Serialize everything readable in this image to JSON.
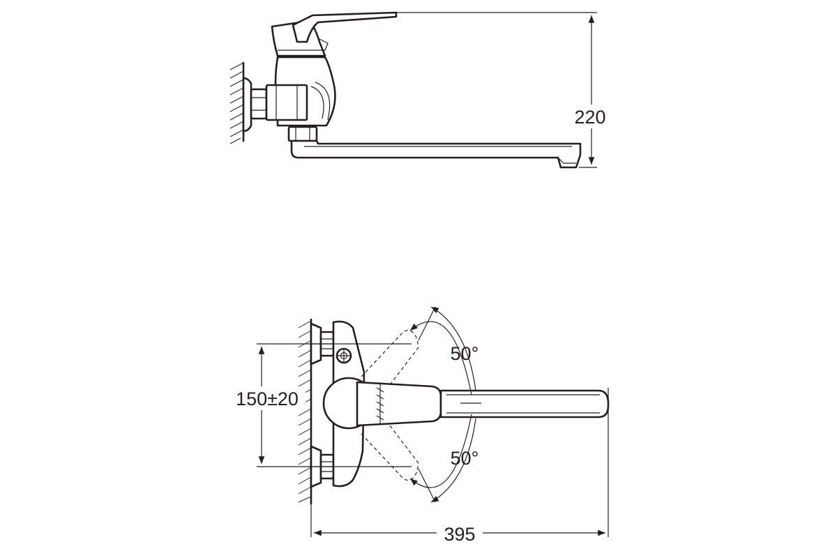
{
  "side_view": {
    "height_label": "220"
  },
  "top_view": {
    "spacing_label": "150±20",
    "angle_top_label": "50°",
    "angle_bottom_label": "50°",
    "length_label": "395"
  }
}
